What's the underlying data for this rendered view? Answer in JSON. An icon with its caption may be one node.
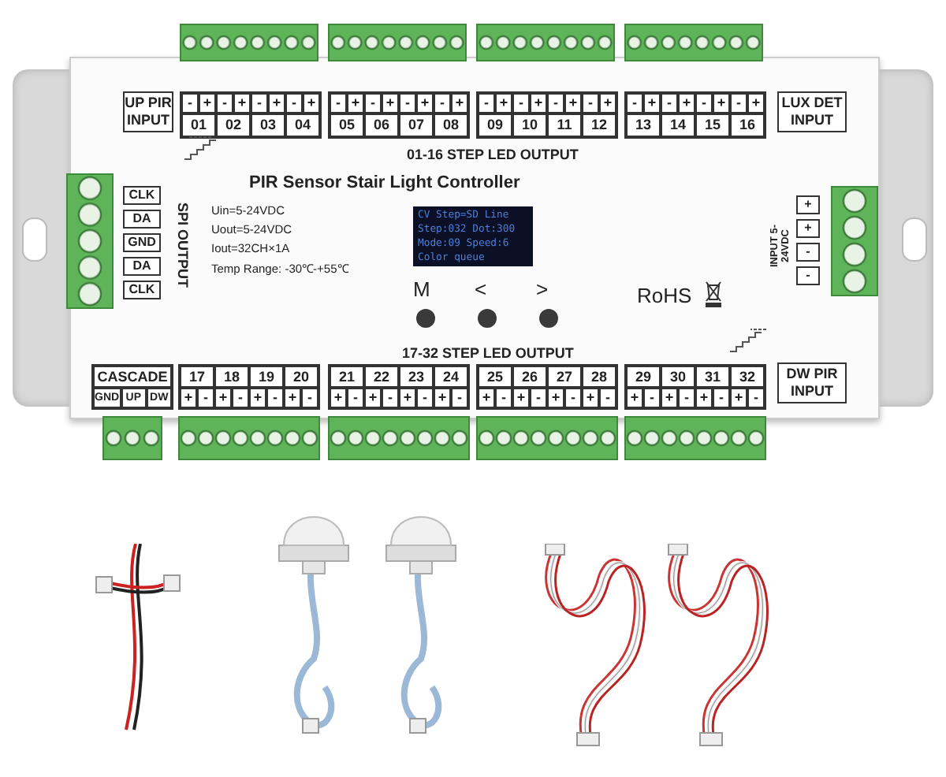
{
  "diagram": {
    "labels": [
      "UP PIR INPUT",
      "-",
      "+",
      "-",
      "+",
      "-",
      "+",
      "-",
      "+",
      "01",
      "02",
      "03",
      "04",
      "-",
      "+",
      "-",
      "+",
      "-",
      "+",
      "-",
      "+",
      "05",
      "06",
      "07",
      "08",
      "-",
      "+",
      "-",
      "+",
      "-",
      "+",
      "-",
      "+",
      "09",
      "10",
      "11",
      "12",
      "-",
      "+",
      "-",
      "+",
      "-",
      "+",
      "-",
      "+",
      "13",
      "14",
      "15",
      "16",
      "LUX DET INPUT",
      "01-16 STEP LED OUTPUT",
      "PIR Sensor Stair Light Controller",
      "Uin=5-24VDC",
      "Uout=5-24VDC",
      "Iout=32CH×1A",
      "Temp Range: -30℃-+55℃",
      "CV Step=SD Line",
      "Step:032 Dot:300",
      "Mode:09 Speed:6",
      "Color queue",
      "M",
      "<",
      ">",
      "RoHS",
      "CLK",
      "DA",
      "GND",
      "DA",
      "CLK",
      "SPI OUTPUT",
      "INPUT 5-24VDC",
      "+",
      "+",
      "-",
      "-",
      "17-32 STEP LED OUTPUT",
      "CASCADE",
      "GND",
      "UP",
      "DW",
      "17",
      "18",
      "19",
      "20",
      "+",
      "-",
      "+",
      "-",
      "+",
      "-",
      "+",
      "-",
      "21",
      "22",
      "23",
      "24",
      "+",
      "-",
      "+",
      "-",
      "+",
      "-",
      "+",
      "-",
      "25",
      "26",
      "27",
      "28",
      "+",
      "-",
      "+",
      "-",
      "+",
      "-",
      "+",
      "-",
      "29",
      "30",
      "31",
      "32",
      "+",
      "-",
      "+",
      "-",
      "+",
      "-",
      "+",
      "-",
      "DW PIR INPUT"
    ]
  }
}
